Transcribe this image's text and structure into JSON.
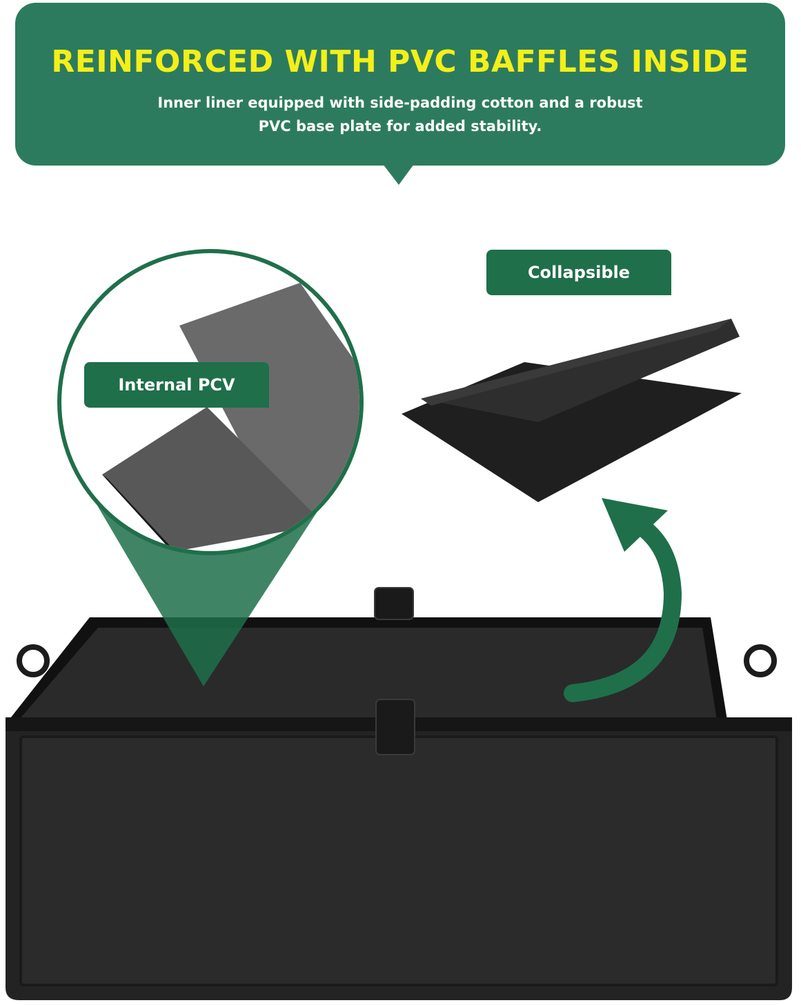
{
  "banner": {
    "title": "REINFORCED WITH PVC BAFFLES INSIDE",
    "subtitle_line1": "Inner liner equipped with side-padding cotton and a robust",
    "subtitle_line2": "PVC base plate for added stability."
  },
  "labels": {
    "collapsible": "Collapsible",
    "internal": "Internal PCV"
  },
  "colors": {
    "banner_bg": "#2d7b5f",
    "title_yellow": "#f4ef18",
    "tag_green": "#1f6f4b",
    "box_black": "#1c1c1c"
  }
}
